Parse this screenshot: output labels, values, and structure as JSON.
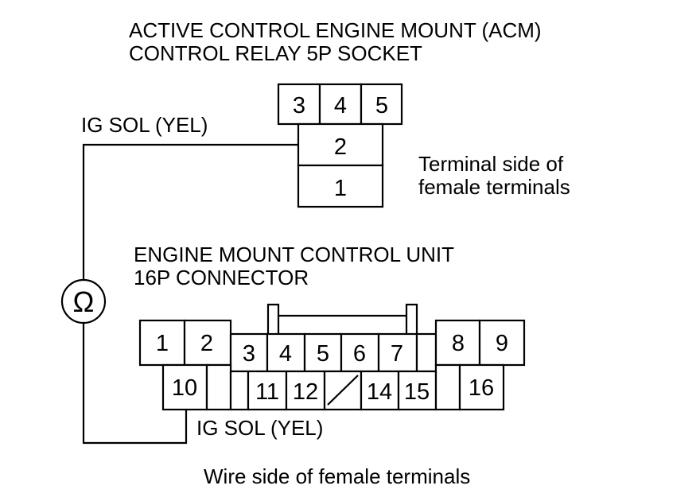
{
  "title_line1": "ACTIVE CONTROL ENGINE MOUNT (ACM)",
  "title_line2": "CONTROL RELAY 5P SOCKET",
  "relay": {
    "top_pins": [
      "3",
      "4",
      "5"
    ],
    "pin2": "2",
    "pin1": "1",
    "side_note_line1": "Terminal side of",
    "side_note_line2": "female terminals"
  },
  "wire_top_label": "IG SOL (YEL)",
  "ohmmeter_symbol": "Ω",
  "unit_title_line1": "ENGINE MOUNT CONTROL UNIT",
  "unit_title_line2": "16P CONNECTOR",
  "connector": {
    "pins": [
      "1",
      "2",
      "3",
      "4",
      "5",
      "6",
      "7",
      "8",
      "9",
      "10",
      "11",
      "12",
      "14",
      "15",
      "16"
    ]
  },
  "wire_bottom_label": "IG SOL (YEL)",
  "footer_note": "Wire side of female terminals"
}
